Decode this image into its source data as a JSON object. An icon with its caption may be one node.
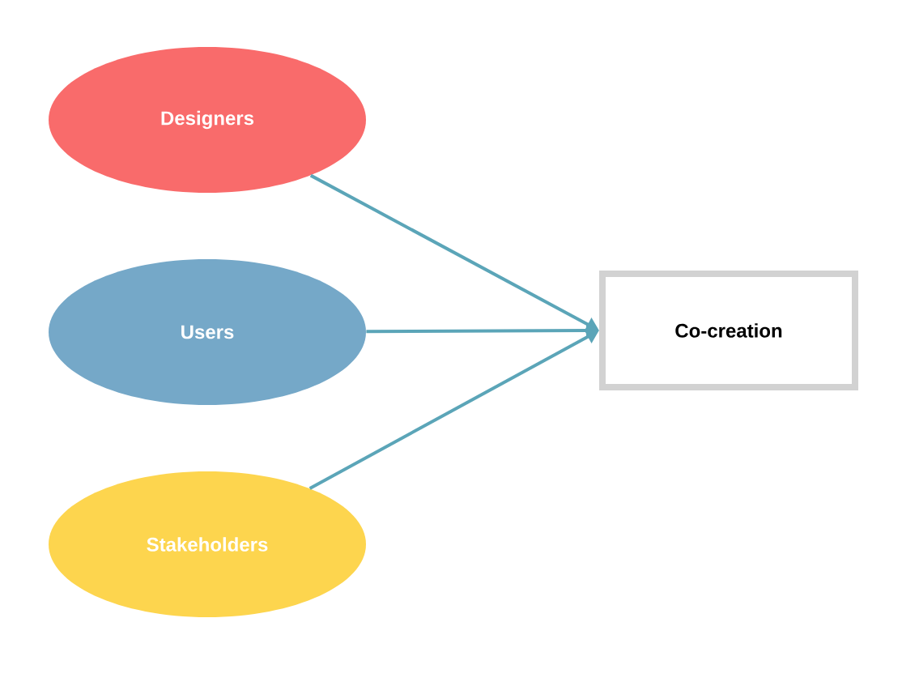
{
  "diagram": {
    "nodes": [
      {
        "text": [
          "Designers"
        ]
      },
      {
        "text": [
          "Users"
        ]
      },
      {
        "text": [
          "Stakeholders"
        ]
      },
      {
        "text": [
          "Co-creation"
        ]
      }
    ],
    "edges": [
      {
        "from": 0,
        "to": 3,
        "arrow": "to"
      },
      {
        "from": 1,
        "to": 3,
        "arrow": "to"
      },
      {
        "from": 2,
        "to": 3,
        "arrow": "to"
      }
    ]
  }
}
